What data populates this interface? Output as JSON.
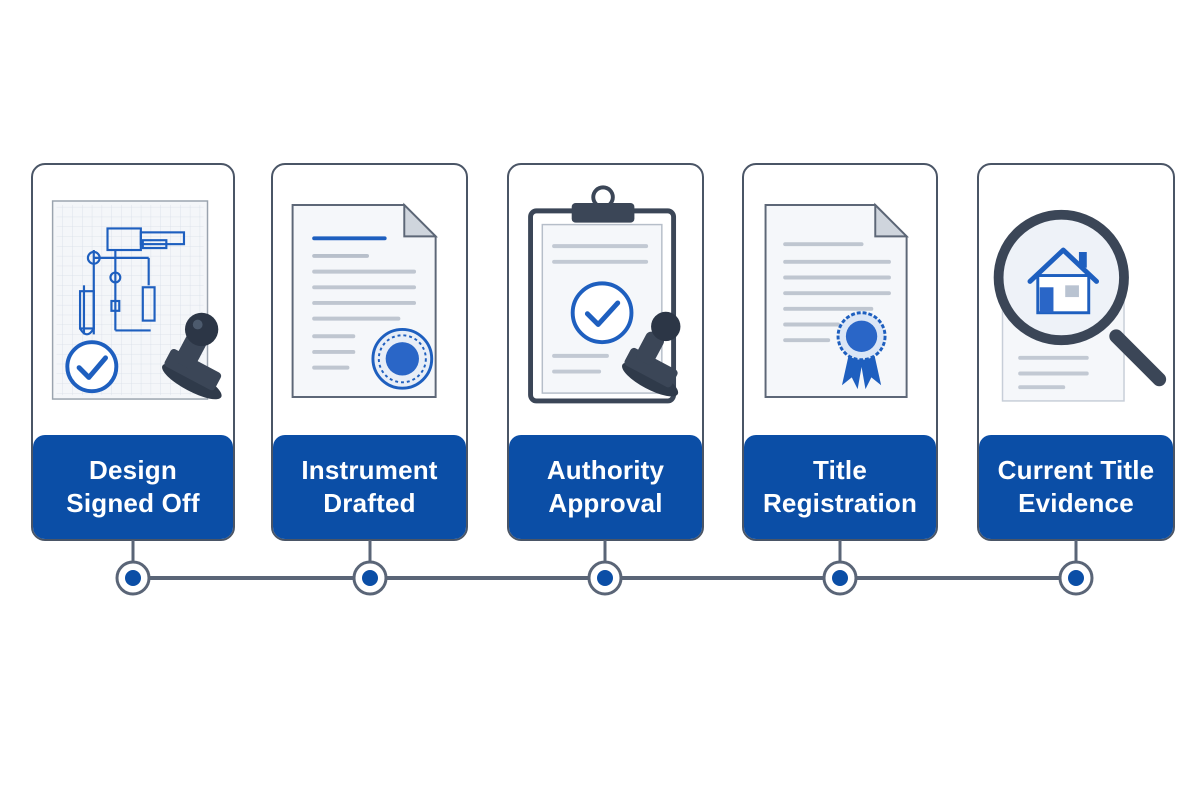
{
  "steps": [
    {
      "label": "Design\nSigned Off",
      "icon": "blueprint-stamp-icon"
    },
    {
      "label": "Instrument\nDrafted",
      "icon": "document-seal-icon"
    },
    {
      "label": "Authority\nApproval",
      "icon": "clipboard-check-stamp-icon"
    },
    {
      "label": "Title\nRegistration",
      "icon": "certificate-ribbon-icon"
    },
    {
      "label": "Current Title\nEvidence",
      "icon": "magnifier-house-icon"
    }
  ],
  "colors": {
    "accent": "#0b4ea6",
    "outline": "#4a5566",
    "line": "#5a6577",
    "paper": "#f5f7fa"
  }
}
